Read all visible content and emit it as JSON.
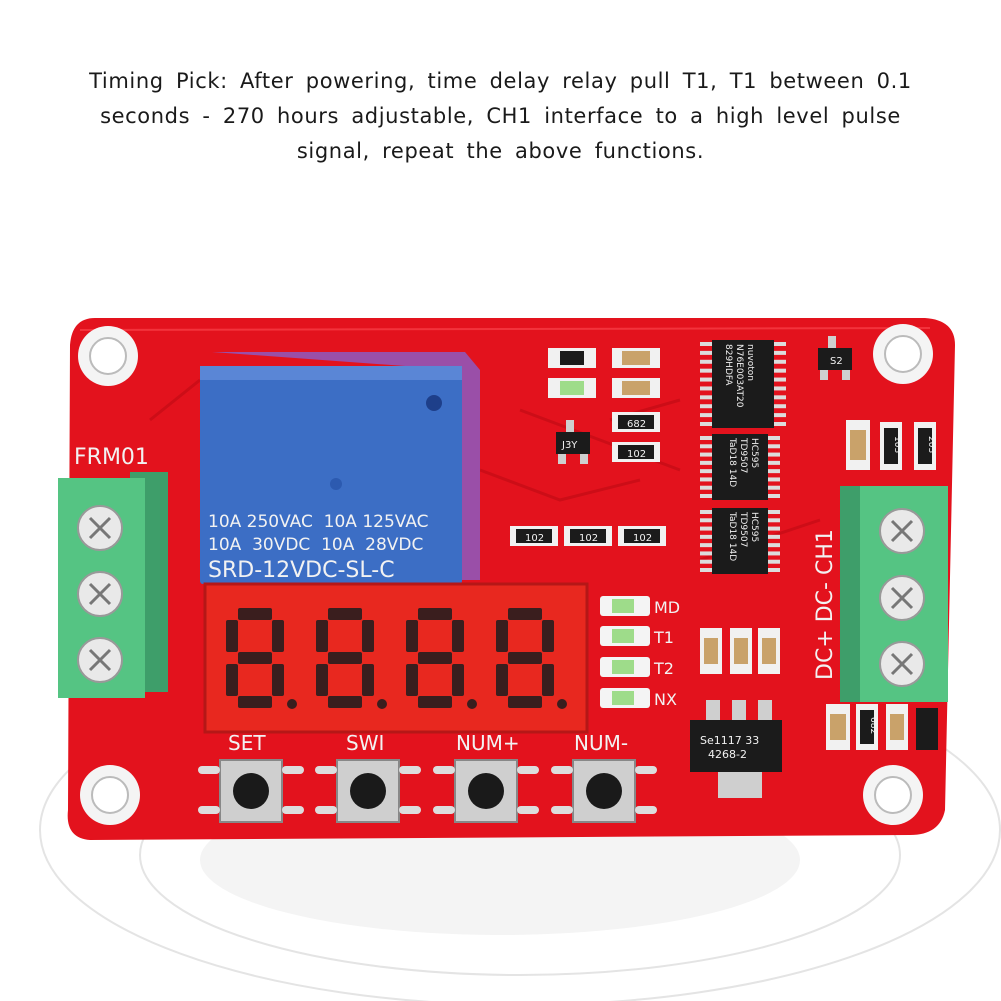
{
  "caption": {
    "line1": "Timing Pick: After powering, time delay relay pull T1, T1 between 0.1",
    "line2": "seconds - 270 hours adjustable, CH1 interface to a high level pulse",
    "line3": "signal, repeat the above functions."
  },
  "board": {
    "model": "FRM01",
    "relay": {
      "rating_line1": "10A 250VAC  10A 125VAC",
      "rating_line2": "10A  30VDC  10A  28VDC",
      "part": "SRD-12VDC-SL-C"
    },
    "buttons": [
      "SET",
      "SWI",
      "NUM+",
      "NUM-"
    ],
    "leds": [
      "MD",
      "T1",
      "T2",
      "NX"
    ],
    "terminal_label": "DC+ DC- CH1",
    "ics": [
      {
        "line1": "nuvoton",
        "line2": "N76E003AT20",
        "line3": "829HDFA"
      },
      {
        "line1": "HC595",
        "line2": "TD9507",
        "line3": "TaD18 14D"
      },
      {
        "line1": "HC595",
        "line2": "TD9507",
        "line3": "TaD18 14D"
      }
    ],
    "regulator": {
      "line1": "Se1117 33",
      "line2": "4268-2"
    },
    "resistor_codes": [
      "682",
      "102",
      "102",
      "102",
      "102",
      "103",
      "203",
      "682"
    ],
    "transistor_codes": [
      "J3Y",
      "S2"
    ]
  },
  "colors": {
    "pcb": "#e3121d",
    "relay": "#3c6ec5",
    "terminal": "#55c483",
    "display": "#e8281f"
  }
}
